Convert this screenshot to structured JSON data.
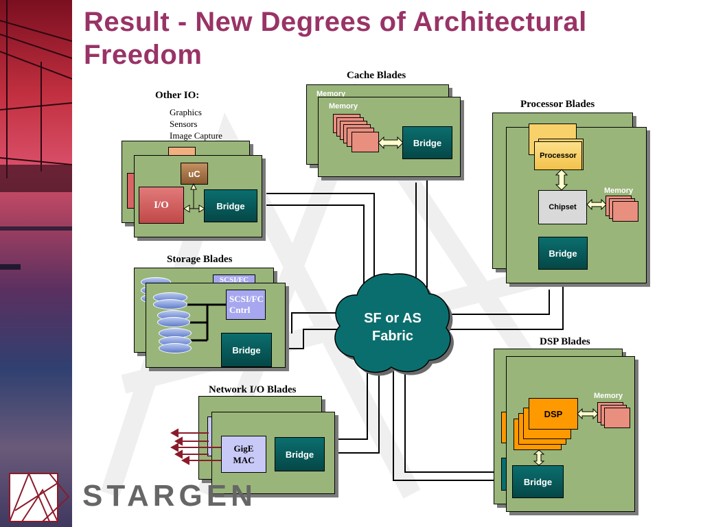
{
  "title": "Result - New Degrees of Architectural Freedom",
  "fabric": {
    "label_line1": "SF or AS",
    "label_line2": "Fabric"
  },
  "bridge_label": "Bridge",
  "memory_label": "Memory",
  "other_io": {
    "heading": "Other IO:",
    "items": [
      "Graphics",
      "Sensors",
      "Image Capture"
    ],
    "io_label": "I/O",
    "uc_label": "uC"
  },
  "cache": {
    "heading": "Cache Blades",
    "memory_back": "Memory"
  },
  "processor": {
    "heading": "Processor Blades",
    "processor_label": "Processor",
    "chipset_label": "Chipset"
  },
  "storage": {
    "heading": "Storage Blades",
    "ctrl_line1": "SCSI/FC",
    "ctrl_line2": "Cntrl",
    "ctrl_back": "SCSI/FC"
  },
  "dsp": {
    "heading": "DSP Blades",
    "dsp_label": "DSP"
  },
  "network": {
    "heading": "Network I/O Blades",
    "mac_line1": "GigE",
    "mac_line2": "MAC"
  },
  "logo": {
    "text": "STARGEN"
  },
  "colors": {
    "title": "#993366",
    "blade": "#99b57a",
    "bridge": "#0b6e6e",
    "fabric": "#0b6e6e",
    "memory": "#e88f80",
    "chipset": "#d9d9d9",
    "processor": "#f9d16a",
    "dsp": "#ff9900",
    "controller": "#a7a7ef",
    "io": "#d86464"
  }
}
